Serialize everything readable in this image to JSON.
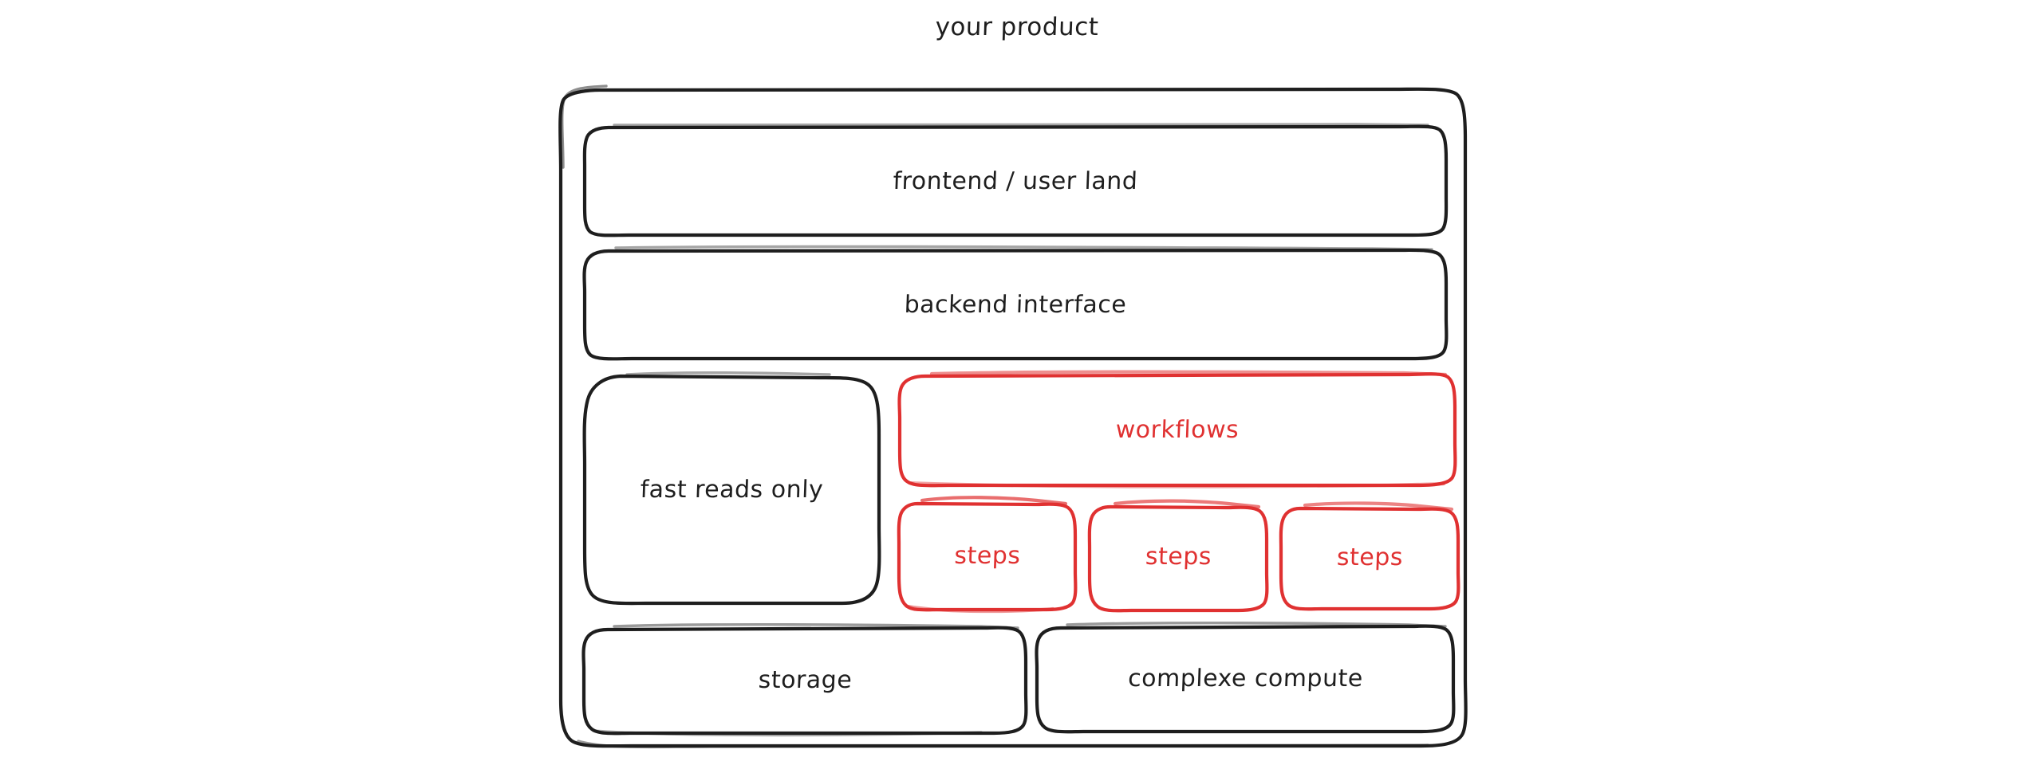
{
  "diagram": {
    "title": "your product",
    "colors": {
      "ink": "#1e1e1e",
      "accent_red": "#e03131",
      "background": "#ffffff"
    },
    "container": {
      "name": "your-product-container"
    },
    "rows": [
      {
        "name": "frontend-row",
        "boxes": [
          {
            "label": "frontend / user land",
            "color": "ink"
          }
        ]
      },
      {
        "name": "backend-row",
        "boxes": [
          {
            "label": "backend interface",
            "color": "ink"
          }
        ]
      },
      {
        "name": "middle-row",
        "boxes": [
          {
            "label": "fast reads only",
            "color": "ink"
          },
          {
            "label": "workflows",
            "color": "accent_red"
          },
          {
            "label": "steps",
            "color": "accent_red"
          },
          {
            "label": "steps",
            "color": "accent_red"
          },
          {
            "label": "steps",
            "color": "accent_red"
          }
        ]
      },
      {
        "name": "bottom-row",
        "boxes": [
          {
            "label": "storage",
            "color": "ink"
          },
          {
            "label": "complexe compute",
            "color": "ink"
          }
        ]
      }
    ],
    "labels": {
      "frontend": "frontend / user land",
      "backend": "backend interface",
      "fast_reads": "fast reads only",
      "workflows": "workflows",
      "steps_1": "steps",
      "steps_2": "steps",
      "steps_3": "steps",
      "storage": "storage",
      "complexe_compute": "complexe compute"
    }
  }
}
